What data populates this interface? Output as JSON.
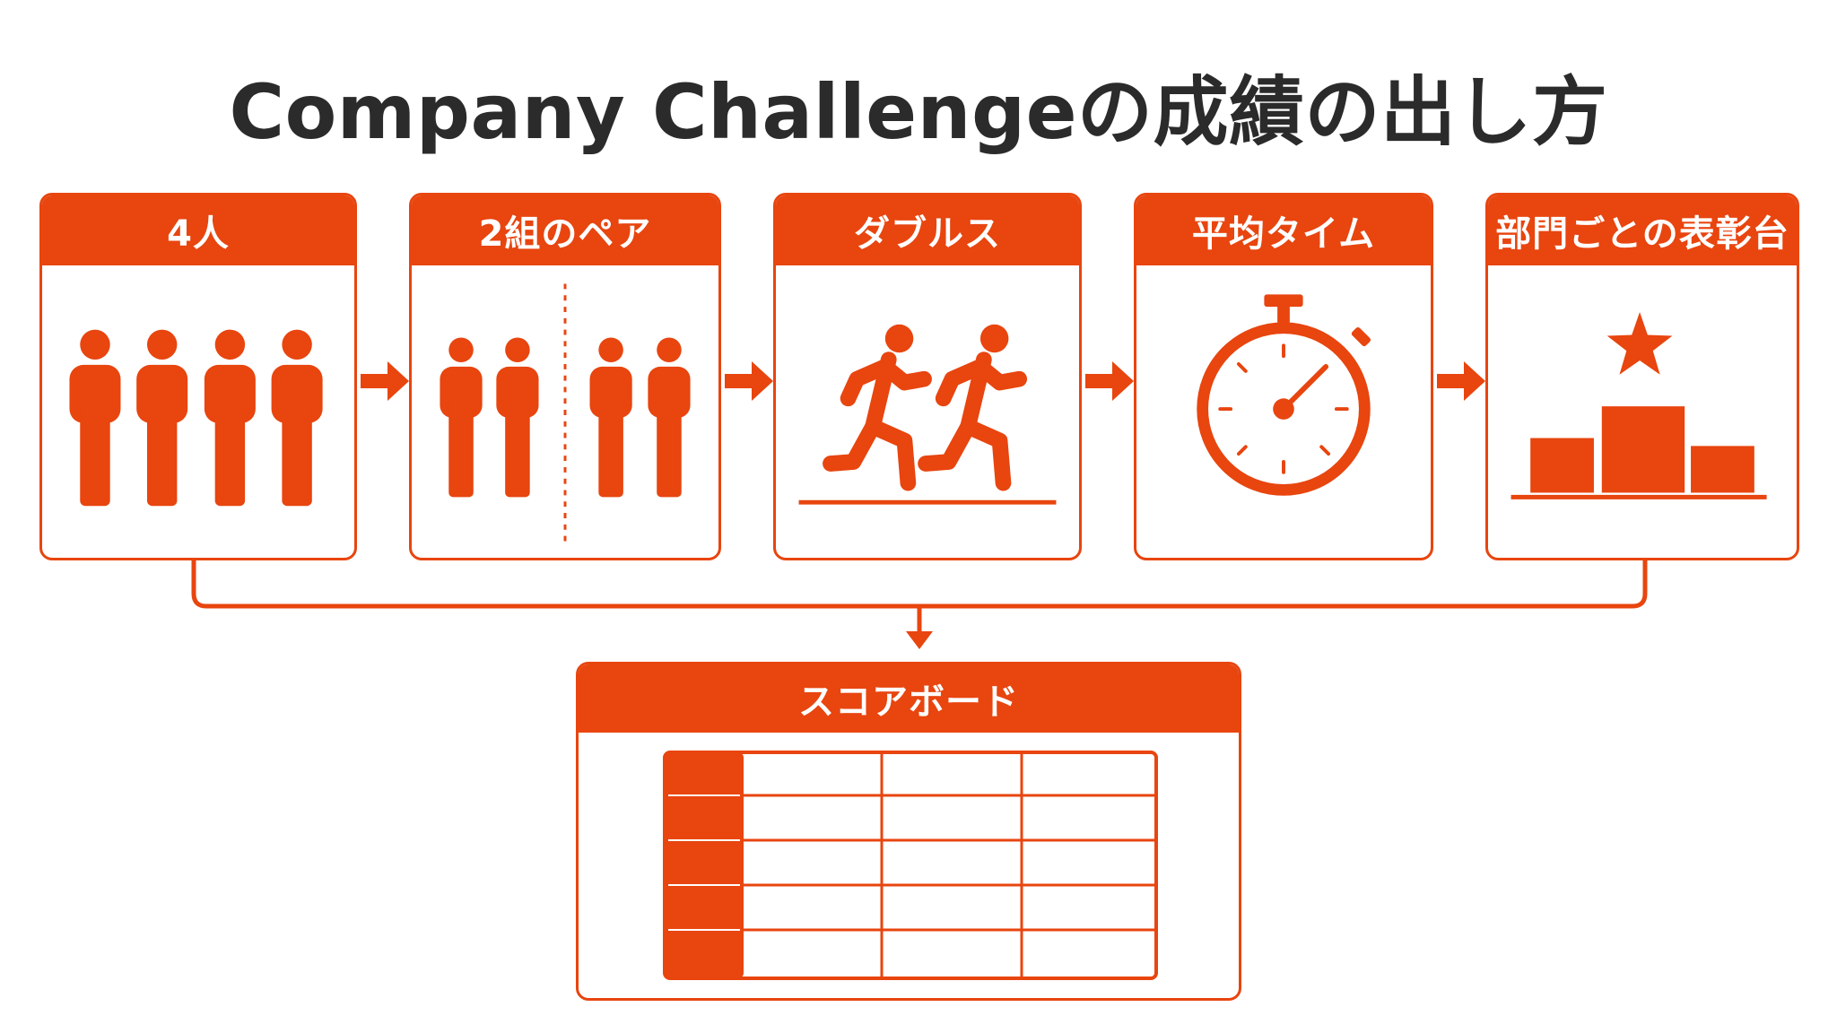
{
  "title": "Company Challengeの成績の出し方",
  "colors": {
    "accent": "#e8450f",
    "text": "#2b2b2b",
    "background": "#ffffff"
  },
  "steps": [
    {
      "label": "4人",
      "icon": "four-people-icon"
    },
    {
      "label": "2組のペア",
      "icon": "two-pairs-icon"
    },
    {
      "label": "ダブルス",
      "icon": "runners-icon"
    },
    {
      "label": "平均タイム",
      "icon": "stopwatch-icon"
    },
    {
      "label": "部門ごとの表彰台",
      "icon": "podium-icon"
    }
  ],
  "scoreboard": {
    "label": "スコアボード",
    "icon": "scoreboard-table-icon",
    "rows": 5,
    "columns": 3
  }
}
